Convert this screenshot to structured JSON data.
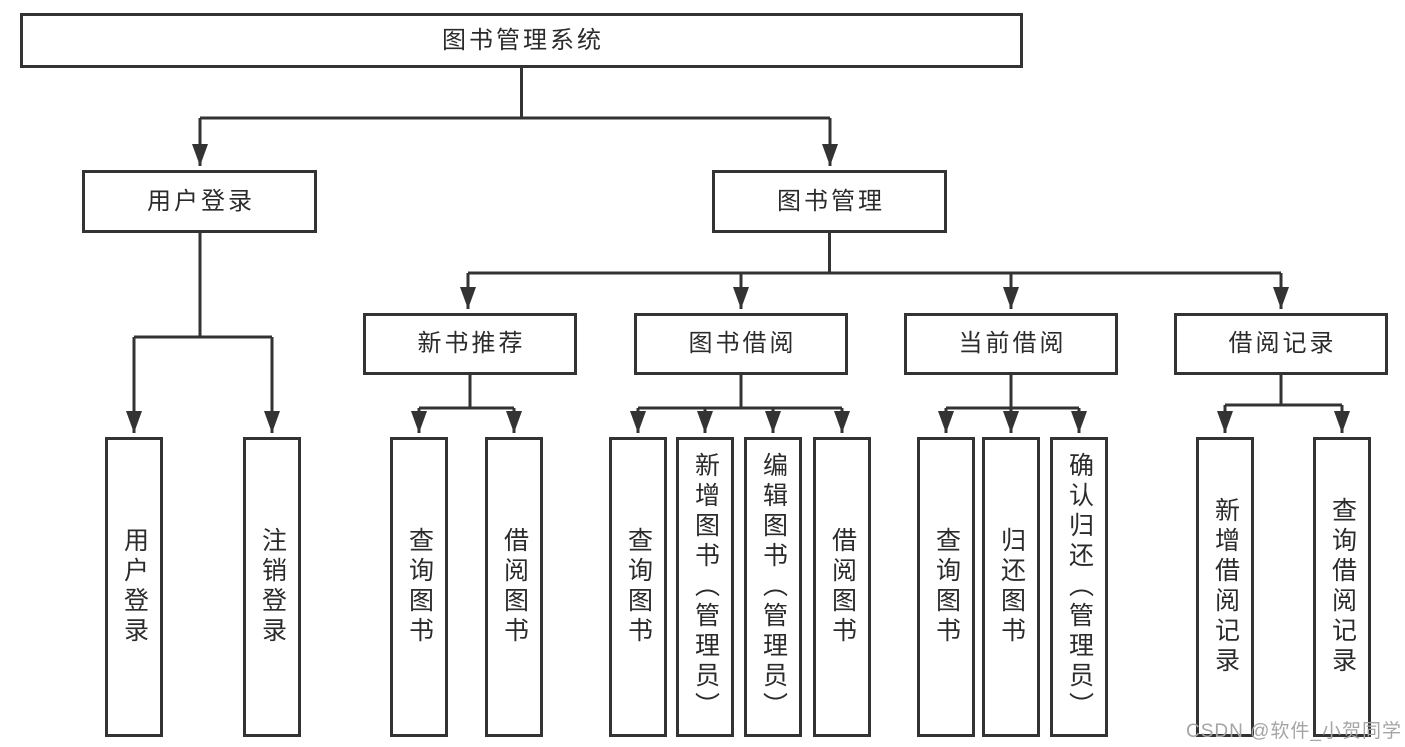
{
  "tree": {
    "root": {
      "label": "图书管理系统"
    },
    "children": [
      {
        "label": "用户登录",
        "children": [
          {
            "label": "用户登录"
          },
          {
            "label": "注销登录"
          }
        ]
      },
      {
        "label": "图书管理",
        "children": [
          {
            "label": "新书推荐",
            "children": [
              {
                "label": "查询图书"
              },
              {
                "label": "借阅图书"
              }
            ]
          },
          {
            "label": "图书借阅",
            "children": [
              {
                "label": "查询图书"
              },
              {
                "label": "新增图书（管理员）"
              },
              {
                "label": "编辑图书（管理员）"
              },
              {
                "label": "借阅图书"
              }
            ]
          },
          {
            "label": "当前借阅",
            "children": [
              {
                "label": "查询图书"
              },
              {
                "label": "归还图书"
              },
              {
                "label": "确认归还（管理员）"
              }
            ]
          },
          {
            "label": "借阅记录",
            "children": [
              {
                "label": "新增借阅记录"
              },
              {
                "label": "查询借阅记录"
              }
            ]
          }
        ]
      }
    ]
  },
  "watermark": {
    "text": "CSDN @软件_小贺同学"
  },
  "colors": {
    "line": "#333333",
    "box_border": "#333333",
    "box_fill": "#ffffff",
    "text": "#2b2b2b",
    "watermark_text": "#a5a5a5",
    "background": "#ffffff"
  }
}
